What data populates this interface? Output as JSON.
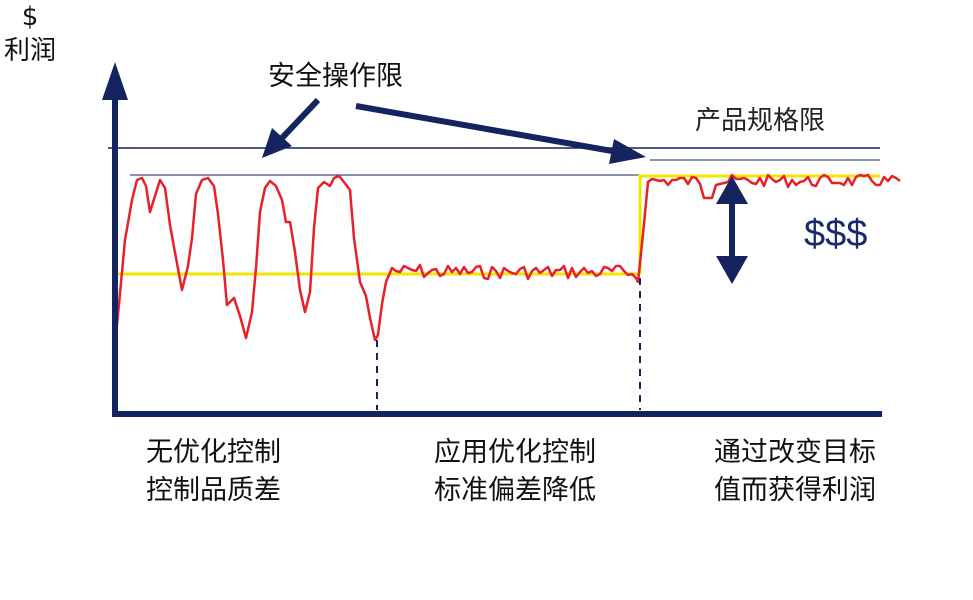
{
  "labels": {
    "safe_limit": "安全操作限",
    "spec_limit": "产品规格限",
    "y_axis_symbol": "$",
    "y_axis_label": "利润",
    "gain_symbol": "$$$",
    "phase1_line1": "无优化控制",
    "phase1_line2": "控制品质差",
    "phase2_line1": "应用优化控制",
    "phase2_line2": "标准偏差降低",
    "phase3_line1": "通过改变目标",
    "phase3_line2": "值而获得利润"
  },
  "colors": {
    "axis": "#15235e",
    "signal": "#e8202a",
    "target": "#f5e400",
    "limit_line": "#15235e",
    "arrow": "#15235e"
  }
}
